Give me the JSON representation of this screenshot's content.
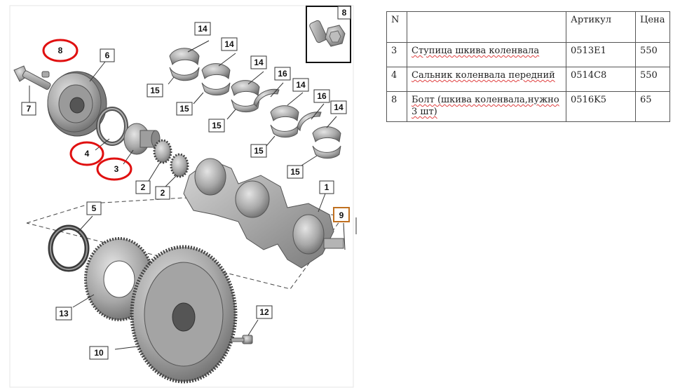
{
  "callouts": {
    "c1": "1",
    "c2a": "2",
    "c2b": "2",
    "c3": "3",
    "c4": "4",
    "c5": "5",
    "c7": "7",
    "c8_inset": "8",
    "c8_red": "8",
    "c9": "9",
    "c10": "10",
    "c12": "12",
    "c13": "13",
    "c14a": "14",
    "c14b": "14",
    "c14c": "14",
    "c14d": "14",
    "c14e": "14",
    "c15a": "15",
    "c15b": "15",
    "c15c": "15",
    "c15d": "15",
    "c15e": "15",
    "c16a": "16",
    "c16b": "16"
  },
  "table": {
    "headers": {
      "n": "N",
      "name": "",
      "article": "Артикул",
      "price": "Цена"
    },
    "rows": [
      {
        "n": "3",
        "name": "Ступица шкива коленвала",
        "article": "0513E1",
        "price": "550"
      },
      {
        "n": "4",
        "name": "Сальник коленвала передний",
        "article": "0514C8",
        "price": "550"
      },
      {
        "n": "8",
        "name": "Болт (шкива коленвала,нужно 3 шт)",
        "article": "0516K5",
        "price": "65"
      }
    ]
  },
  "colors": {
    "highlight_circle": "#e01010",
    "inset_box_9": "#c07020",
    "part_gray": "#8c8c8c",
    "border": "#222222"
  }
}
